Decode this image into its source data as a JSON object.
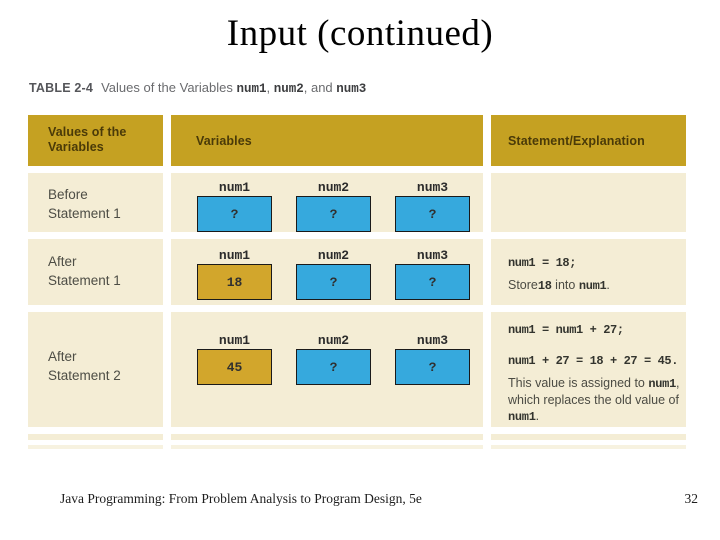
{
  "slide": {
    "title": "Input (continued)"
  },
  "caption": {
    "label": "TABLE 2-4",
    "segments": [
      {
        "t": "Values of the Variables ",
        "mono": false
      },
      {
        "t": "num1",
        "mono": true
      },
      {
        "t": ", ",
        "mono": false
      },
      {
        "t": "num2",
        "mono": true
      },
      {
        "t": ", and ",
        "mono": false
      },
      {
        "t": "num3",
        "mono": true
      }
    ]
  },
  "table": {
    "headers": {
      "col1": "Values of the\nVariables",
      "col2": "Variables",
      "col3": "Statement/Explanation"
    },
    "rows": [
      {
        "label": "Before\nStatement 1",
        "vars": [
          {
            "name": "num1",
            "value": "?",
            "color": "blue"
          },
          {
            "name": "num2",
            "value": "?",
            "color": "blue"
          },
          {
            "name": "num3",
            "value": "?",
            "color": "blue"
          }
        ],
        "statement": []
      },
      {
        "label": "After\nStatement 1",
        "vars": [
          {
            "name": "num1",
            "value": "18",
            "color": "gold"
          },
          {
            "name": "num2",
            "value": "?",
            "color": "blue"
          },
          {
            "name": "num3",
            "value": "?",
            "color": "blue"
          }
        ],
        "statement": [
          {
            "segments": [
              {
                "t": "num1 = 18;",
                "mono": true
              }
            ]
          },
          {
            "segments": [
              {
                "t": "Store",
                "mono": false
              },
              {
                "t": "18",
                "mono": true
              },
              {
                "t": " into ",
                "mono": false
              },
              {
                "t": "num1",
                "mono": true
              },
              {
                "t": ".",
                "mono": false
              }
            ]
          }
        ]
      },
      {
        "label": "After\nStatement 2",
        "vars": [
          {
            "name": "num1",
            "value": "45",
            "color": "gold"
          },
          {
            "name": "num2",
            "value": "?",
            "color": "blue"
          },
          {
            "name": "num3",
            "value": "?",
            "color": "blue"
          }
        ],
        "statement": [
          {
            "segments": [
              {
                "t": "num1 = num1 + 27;",
                "mono": true
              }
            ]
          },
          {
            "segments": [
              {
                "t": "num1 + 27 = 18 + 27 = 45.",
                "mono": true
              }
            ]
          },
          {
            "segments": [
              {
                "t": "This value is assigned to ",
                "mono": false
              },
              {
                "t": "num1",
                "mono": true
              },
              {
                "t": ", which replaces the old value of ",
                "mono": false
              },
              {
                "t": "num1",
                "mono": true
              },
              {
                "t": ".",
                "mono": false
              }
            ]
          }
        ]
      }
    ]
  },
  "footer": {
    "left": "Java Programming: From Problem Analysis to Program Design, 5e",
    "page": "32"
  },
  "colors": {
    "header_gold": "#c5a122",
    "box_gold": "#d2a62c",
    "box_blue": "#36a9dd",
    "row_cream": "#f4edd5"
  }
}
